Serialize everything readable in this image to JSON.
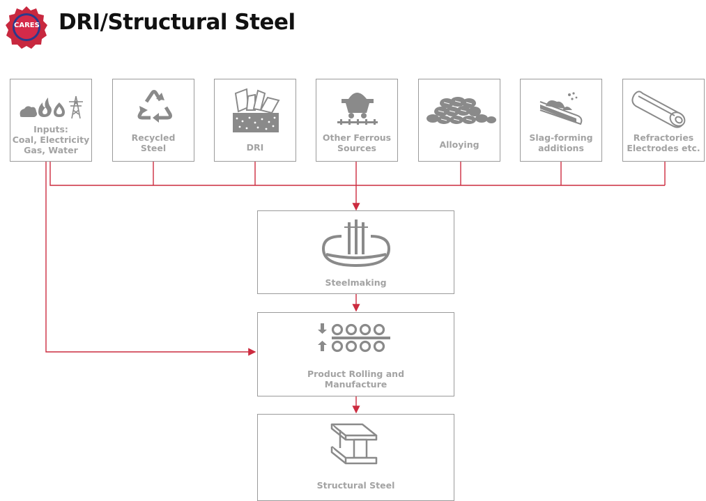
{
  "header": {
    "logo_text": "CARES",
    "title": "DRI/Structural Steel"
  },
  "inputs": [
    {
      "label": "Inputs:\nCoal, Electricity\nGas, Water",
      "icon": "coal-flame-water-pylon-icon"
    },
    {
      "label": "Recycled\nSteel",
      "icon": "recycle-icon"
    },
    {
      "label": "DRI",
      "icon": "dri-icon"
    },
    {
      "label": "Other Ferrous\nSources",
      "icon": "mine-cart-icon"
    },
    {
      "label": "Alloying",
      "icon": "ore-pile-icon"
    },
    {
      "label": "Slag-forming\nadditions",
      "icon": "conveyor-icon"
    },
    {
      "label": "Refractories\nElectrodes etc.",
      "icon": "electrode-icon"
    }
  ],
  "processes": [
    {
      "label": "Steelmaking",
      "icon": "furnace-icon"
    },
    {
      "label": "Product Rolling and\nManufacture",
      "icon": "rolling-mill-icon"
    },
    {
      "label": "Structural Steel",
      "icon": "i-beam-icon"
    }
  ],
  "colors": {
    "connector": "#cc2b3f",
    "logo": "#d42a4a",
    "logo_ring": "#c8283f",
    "box_border": "#9a9a9a",
    "icon_gray": "#8a8a8a",
    "label_gray": "#a3a3a3"
  }
}
